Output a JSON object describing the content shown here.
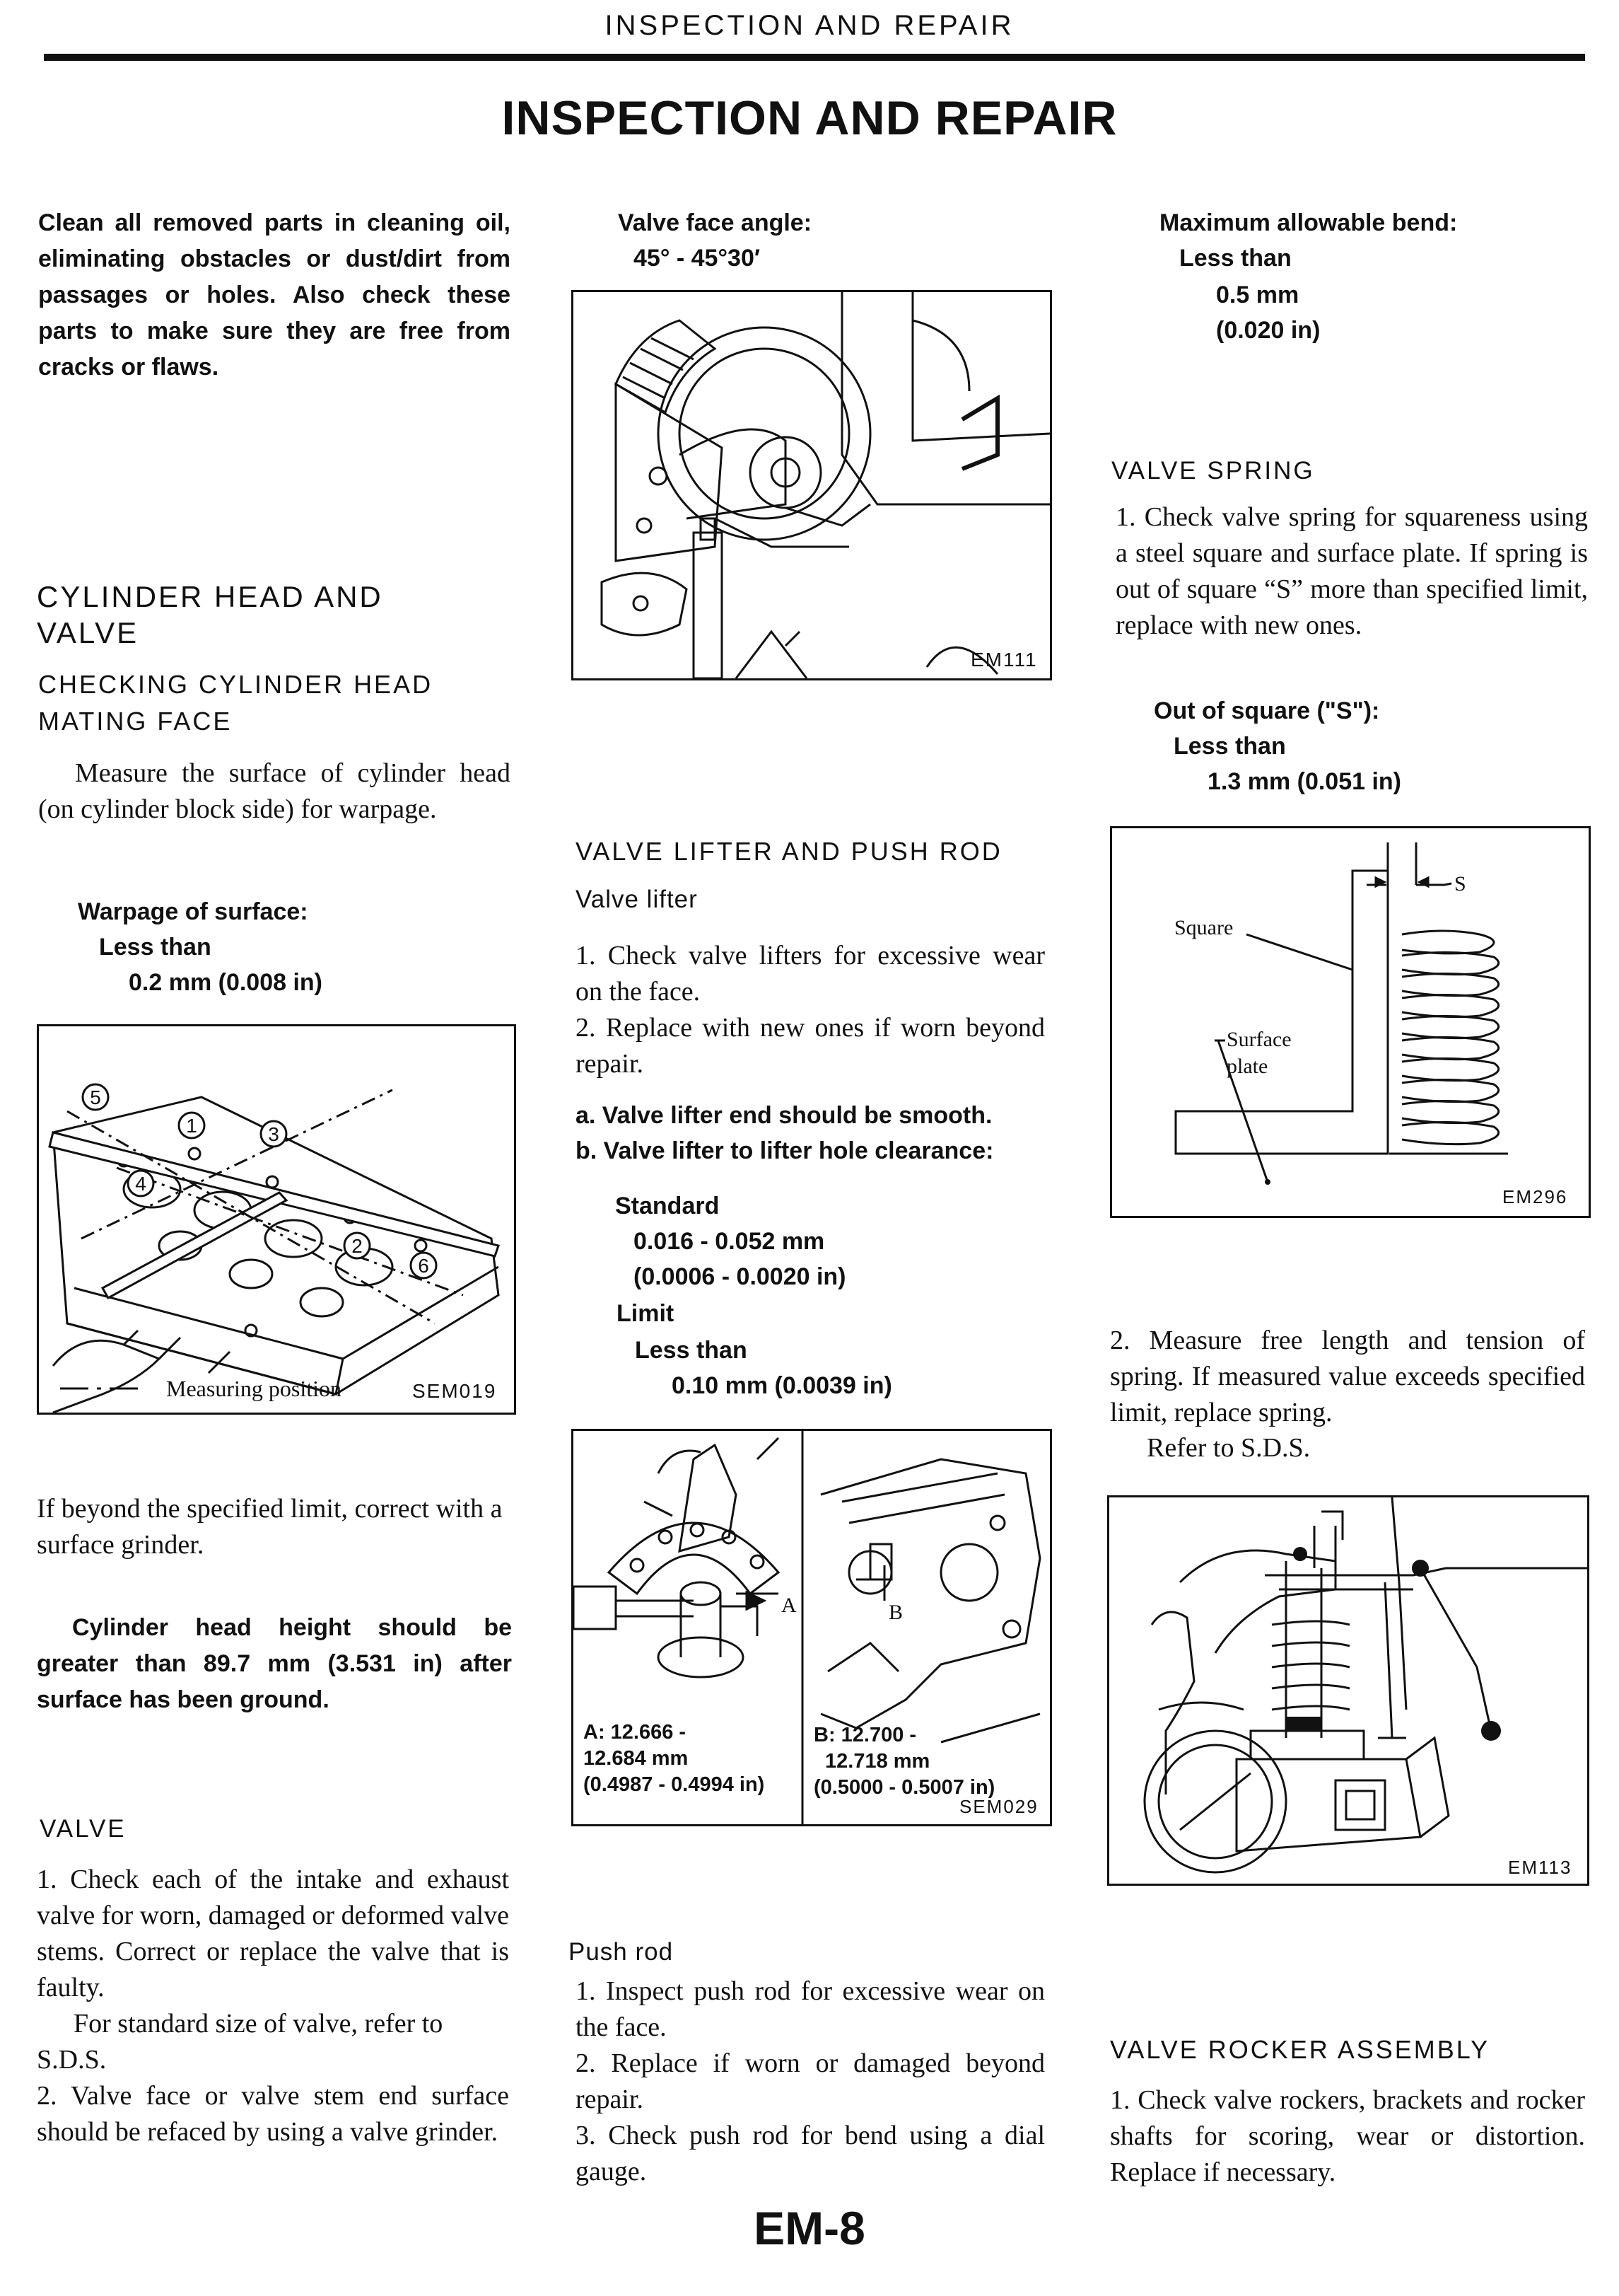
{
  "running_header": "INSPECTION AND REPAIR",
  "title": "INSPECTION AND REPAIR",
  "page_number": "EM-8",
  "col1": {
    "intro": "Clean all removed parts in cleaning oil, eliminating obstacles or dust/dirt from passages or holes. Also check these parts to make sure they are free from cracks or flaws.",
    "cyl_heading_1": "CYLINDER HEAD AND",
    "cyl_heading_2": "VALVE",
    "mating_1": "CHECKING CYLINDER HEAD",
    "mating_2": "MATING FACE",
    "measure_text": "Measure the surface of cylinder head (on cylinder block side) for warpage.",
    "warpage_label": "Warpage of surface:",
    "warpage_less": "Less than",
    "warpage_value": "0.2 mm (0.008 in)",
    "fig1_caption": "Measuring position",
    "fig1_code": "SEM019",
    "fig1_numbers": [
      "1",
      "2",
      "3",
      "4",
      "5",
      "6"
    ],
    "beyond_text": "If beyond the specified limit, correct with a surface grinder.",
    "height_text": "Cylinder head height should be greater than 89.7 mm (3.531 in) after surface has been ground.",
    "valve_heading": "VALVE",
    "valve_p1": "1. Check each of the intake and exhaust valve for worn, damaged or deformed valve stems. Correct or replace the valve that is faulty.",
    "valve_p2": "For standard size of valve, refer to S.D.S.",
    "valve_p3": "2. Valve face or valve stem end surface should be refaced by using a valve grinder."
  },
  "col2": {
    "face_angle_label": "Valve face angle:",
    "face_angle_value": "45° - 45°30′",
    "fig2_code": "EM111",
    "lifter_heading": "VALVE LIFTER AND PUSH ROD",
    "lifter_sub": "Valve lifter",
    "lifter_p1": "1. Check valve lifters for excessive wear on the face.",
    "lifter_p2": "2. Replace with new ones if worn beyond repair.",
    "lifter_a": "a. Valve lifter end should be smooth.",
    "lifter_b": "b. Valve lifter to lifter hole clearance:",
    "standard_label": "Standard",
    "standard_mm": "0.016 - 0.052 mm",
    "standard_in": "(0.0006 - 0.0020 in)",
    "limit_label": "Limit",
    "limit_less": "Less than",
    "limit_value": "0.10 mm (0.0039 in)",
    "fig3_letter_a": "A",
    "fig3_letter_b": "B",
    "fig3_a_1": "A:  12.666 -",
    "fig3_a_2": "12.684 mm",
    "fig3_a_3": "(0.4987 - 0.4994 in)",
    "fig3_b_1": "B:  12.700 -",
    "fig3_b_2": "12.718 mm",
    "fig3_b_3": "(0.5000 - 0.5007 in)",
    "fig3_code": "SEM029",
    "pushrod_sub": "Push rod",
    "pushrod_p1": "1. Inspect push rod for excessive wear on the face.",
    "pushrod_p2": "2. Replace if worn or damaged beyond repair.",
    "pushrod_p3": "3. Check push rod for bend using a dial gauge."
  },
  "col3": {
    "bend_label": "Maximum allowable bend:",
    "bend_less": "Less than",
    "bend_mm": "0.5 mm",
    "bend_in": "(0.020 in)",
    "spring_heading": "VALVE SPRING",
    "spring_p1": "1. Check valve spring for squareness using a steel square and surface plate. If spring is out of square “S” more than specified limit, replace with new ones.",
    "square_label": "Out of square (\"S\"):",
    "square_less": "Less than",
    "square_value": "1.3 mm (0.051 in)",
    "fig4_square": "Square",
    "fig4_surface_1": "Surface",
    "fig4_surface_2": "plate",
    "fig4_s": "S",
    "fig4_code": "EM296",
    "spring_p2": "2. Measure free length and tension of spring. If measured value exceeds specified limit, replace spring.",
    "spring_p3": "Refer to S.D.S.",
    "fig5_code": "EM113",
    "rocker_heading": "VALVE ROCKER ASSEMBLY",
    "rocker_p1": "1. Check valve rockers, brackets and rocker shafts for scoring, wear or distortion. Replace if necessary."
  }
}
